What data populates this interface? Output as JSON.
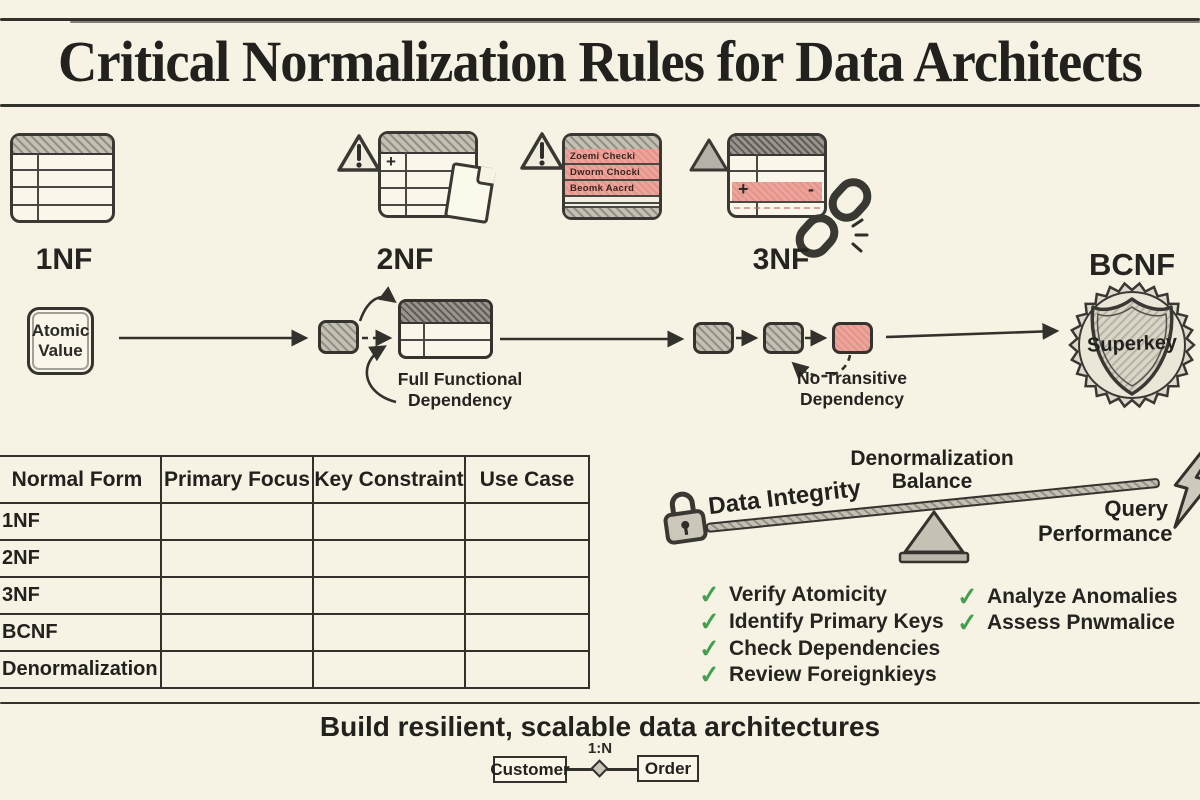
{
  "title": "Critical Normalization Rules for Data Architects",
  "stages": {
    "nf1": {
      "label": "1NF"
    },
    "nf2": {
      "label": "2NF",
      "plus": "+"
    },
    "nf3": {
      "label": "3NF",
      "plus": "+",
      "minus": "-"
    },
    "bcnf": {
      "label": "BCNF",
      "badge_text": "Superkey"
    }
  },
  "warning_table": {
    "rows": [
      "Zoemi Checki",
      "Dworm Chocki",
      "Beomk Aacrd"
    ]
  },
  "flow": {
    "atomic_line1": "Atomic",
    "atomic_line2": "Value",
    "full_functional_line1": "Full Functional",
    "full_functional_line2": "Dependency",
    "no_transitive_line1": "No Transitive",
    "no_transitive_line2": "Dependency"
  },
  "nf_table": {
    "headers": [
      "Normal Form",
      "Primary Focus",
      "Key Constraint",
      "Use Case"
    ],
    "rows": [
      "1NF",
      "2NF",
      "3NF",
      "BCNF",
      "Denormalization"
    ]
  },
  "balance": {
    "title_line1": "Denormalization",
    "title_line2": "Balance",
    "left_label": "Data Integrity",
    "right_label_line1": "Query",
    "right_label_line2": "Performance"
  },
  "checklist": {
    "check_glyph": "✓",
    "left": [
      "Verify Atomicity",
      "Identify Primary Keys",
      "Check Dependencies",
      "Review Foreignkieys"
    ],
    "right": [
      "Analyze Anomalies",
      "Assess Pnwmalice"
    ]
  },
  "footer": {
    "tagline": "Build resilient, scalable data architectures",
    "er": {
      "left_entity": "Customer",
      "relation": "1:N",
      "right_entity": "Order"
    }
  },
  "colors": {
    "paper": "#f7f3e4",
    "ink": "#2b2926",
    "red": "#eda49b",
    "green": "#43a04f",
    "gray": "#c9c5b8"
  }
}
